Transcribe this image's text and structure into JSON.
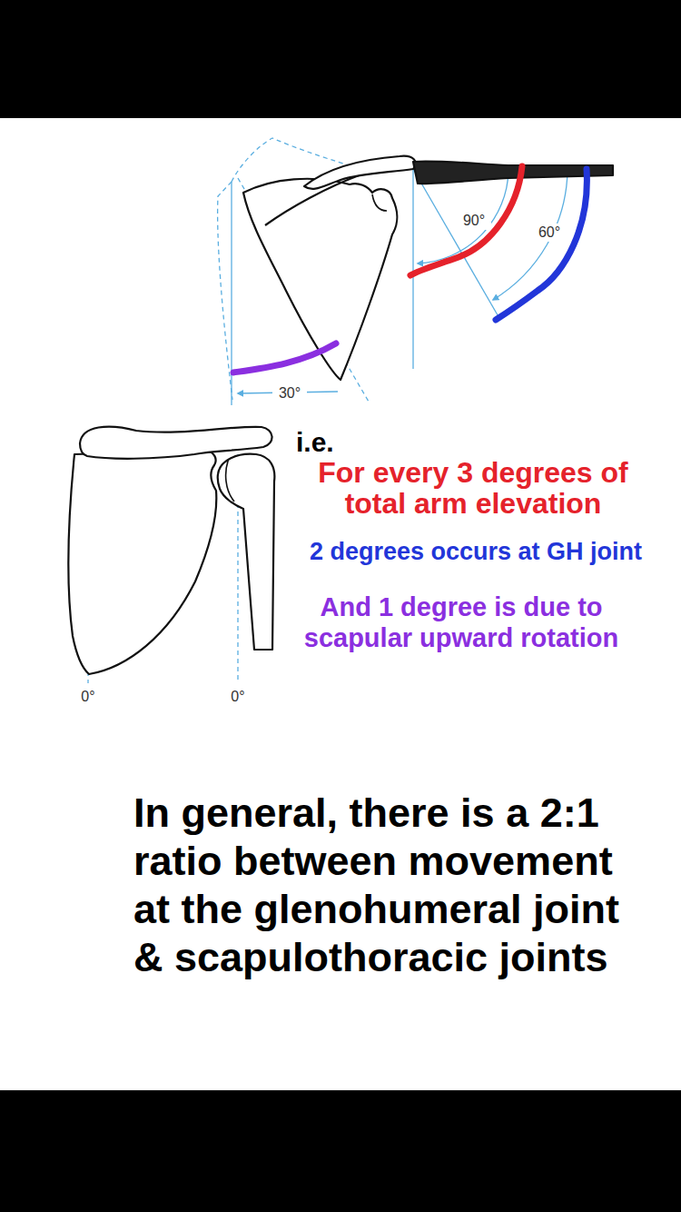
{
  "diagram": {
    "caption": "In general, there is a 2:1 ratio between movement at the glenohumeral joint & scapulothoracic joints",
    "labels": [
      "90°",
      "60°",
      "30°",
      "0°",
      "0°",
      "i.e.",
      "For every 3 degrees of total arm elevation",
      "2 degrees occurs at GH joint",
      "And 1 degree is due to scapular upward rotation"
    ]
  }
}
